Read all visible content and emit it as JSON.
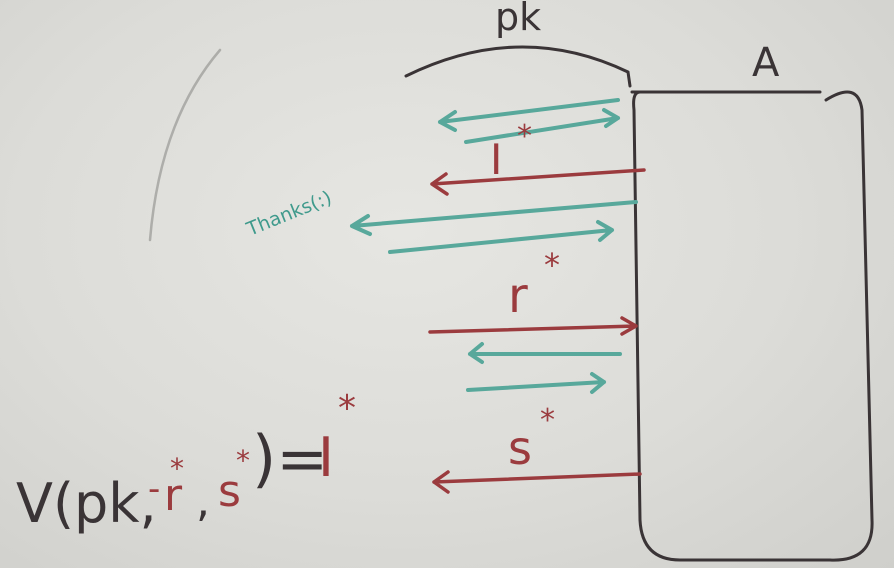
{
  "board": {
    "pk_label": "pk",
    "box_label": "A",
    "i_star": "I",
    "r_star": "r",
    "s_star": "s",
    "star": "*",
    "teal_note": "Thanks(:)",
    "equation": {
      "prefix": "V(pk,",
      "r": "r",
      "comma": ",",
      "s": "s",
      "close": ")=",
      "i": "I",
      "minus": "-"
    }
  },
  "colors": {
    "ink_dark": "#3a3436",
    "ink_red": "#9b3b3e",
    "ink_teal": "#58a89b",
    "board": "#e0e0dc"
  }
}
